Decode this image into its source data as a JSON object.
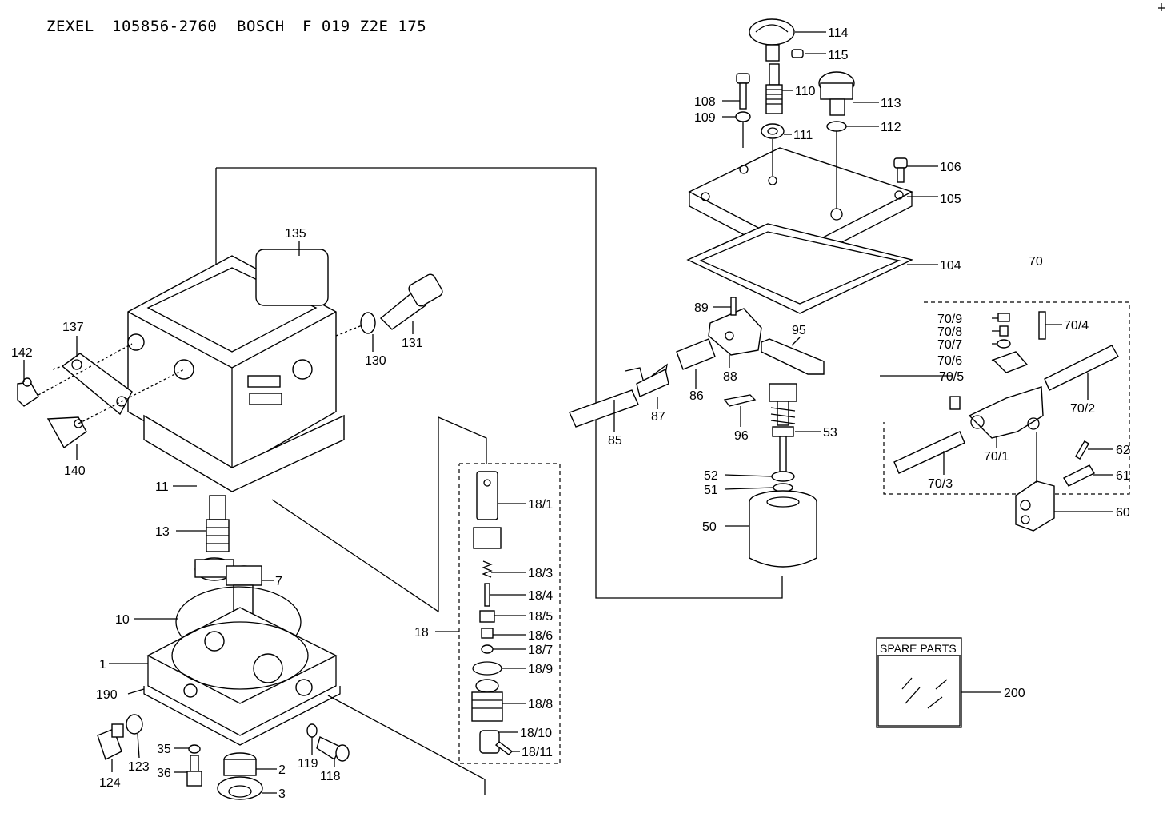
{
  "header": {
    "brand": "ZEXEL",
    "zexel_number": "105856-2760",
    "brand2": "BOSCH",
    "bosch_number": "F 019 Z2E 175"
  },
  "spare_parts": {
    "title": "SPARE PARTS",
    "ref": "200"
  },
  "labels": {
    "l114": "114",
    "l115": "115",
    "l108": "108",
    "l110": "110",
    "l113": "113",
    "l109": "109",
    "l111": "111",
    "l112": "112",
    "l106": "106",
    "l105": "105",
    "l135": "135",
    "l104": "104",
    "l70": "70",
    "l137": "137",
    "l142": "142",
    "l131": "131",
    "l130": "130",
    "l89": "89",
    "l95": "95",
    "l70_9": "70/9",
    "l70_8": "70/8",
    "l70_7": "70/7",
    "l70_6": "70/6",
    "l70_4": "70/4",
    "l70_5": "70/5",
    "l88": "88",
    "l86": "86",
    "l87": "87",
    "l85": "85",
    "l96": "96",
    "l53": "53",
    "l70_2": "70/2",
    "l70_1": "70/1",
    "l70_3": "70/3",
    "l62": "62",
    "l61": "61",
    "l60": "60",
    "l52": "52",
    "l51": "51",
    "l50": "50",
    "l140": "140",
    "l11": "11",
    "l13": "13",
    "l7": "7",
    "l10": "10",
    "l1": "1",
    "l190": "190",
    "l124": "124",
    "l123": "123",
    "l35": "35",
    "l36": "36",
    "l2": "2",
    "l3": "3",
    "l119": "119",
    "l118": "118",
    "l18": "18",
    "l18_1": "18/1",
    "l18_3": "18/3",
    "l18_4": "18/4",
    "l18_5": "18/5",
    "l18_6": "18/6",
    "l18_7": "18/7",
    "l18_9": "18/9",
    "l18_8": "18/8",
    "l18_10": "18/10",
    "l18_11": "18/11"
  }
}
